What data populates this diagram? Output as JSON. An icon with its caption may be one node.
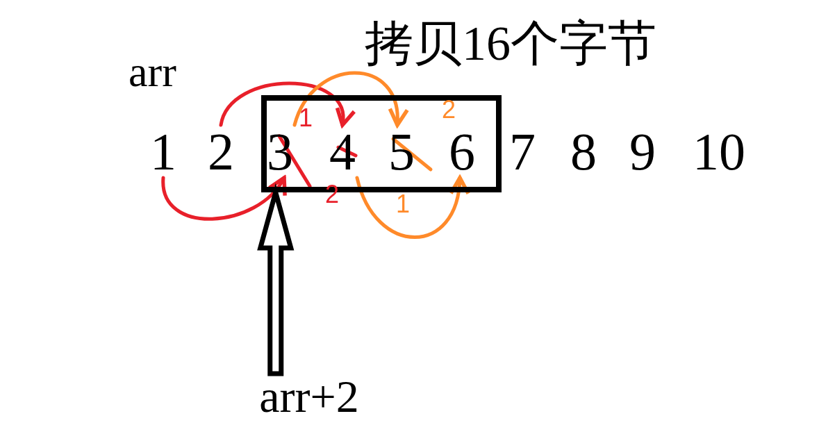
{
  "diagram": {
    "nodes": [
      {
        "text": [
          "1"
        ]
      },
      {
        "text": [
          "2"
        ]
      },
      {
        "text": [],
        "shape": "box",
        "beside": [
          "拷贝16个字节"
        ]
      },
      {
        "text": [
          "3"
        ],
        "in": 2
      },
      {
        "text": [
          "4"
        ],
        "in": 2
      },
      {
        "text": [
          "5"
        ],
        "in": 2
      },
      {
        "text": [
          "6"
        ],
        "in": 2
      },
      {
        "text": [
          "7"
        ]
      },
      {
        "text": [
          "8"
        ]
      },
      {
        "text": [
          "9"
        ]
      },
      {
        "text": [
          "10"
        ]
      },
      {
        "text": [
          "arr+2"
        ]
      }
    ],
    "edges": [
      {
        "from": 0,
        "to": 3,
        "arrow": "to",
        "color": "#e8202a"
      },
      {
        "from": 1,
        "to": 4,
        "arrow": "to",
        "color": "#e8202a"
      },
      {
        "from": 3,
        "to": 5,
        "arrow": "to",
        "color": "#ff8a2a"
      },
      {
        "from": 4,
        "to": 6,
        "arrow": "to",
        "color": "#ff8a2a"
      },
      {
        "from": 11,
        "to": 2,
        "arrow": "to",
        "style": "thick",
        "color": "#000000"
      }
    ],
    "labels": [
      "arr",
      "2",
      "1",
      "2",
      "1"
    ]
  }
}
